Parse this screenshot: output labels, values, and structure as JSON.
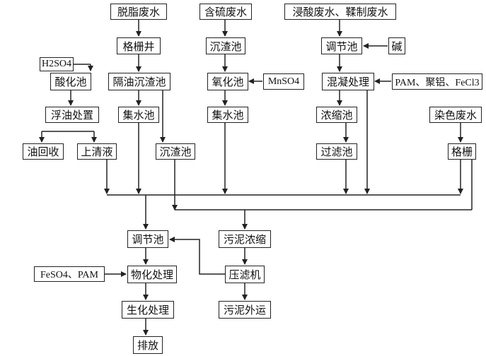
{
  "nodes": {
    "degrease_wastewater": "脱脂废水",
    "grid_well": "格栅井",
    "oil_sep_settling": "隔油沉渣池",
    "collect_tank_1": "集水池",
    "slag_tank_1": "沉渣池",
    "sulfur_wastewater": "含硫废水",
    "slag_tank_2": "沉渣池",
    "oxidation_tank": "氧化池",
    "mnso4": "MnSO4",
    "collect_tank_2": "集水池",
    "acid_wastewater": "浸酸废水、鞣制废水",
    "regulating_tank_top": "调节池",
    "alkali": "碱",
    "coag_treatment": "混凝处理",
    "pam_reagents": "PAM、聚铝、FeCl3",
    "thickening_tank": "浓缩池",
    "filter_tank": "过滤池",
    "dye_wastewater": "染色废水",
    "grating": "格栅",
    "h2so4": "H2SO4",
    "acidify_tank": "酸化池",
    "oil_float_treat": "浮油处置",
    "oil_recovery": "油回收",
    "supernatant": "上清液",
    "regulating_tank_main": "调节池",
    "sludge_thickening": "污泥浓缩",
    "feso4_pam": "FeSO4、PAM",
    "physchem_treatment": "物化处理",
    "filter_press": "压滤机",
    "bio_treatment": "生化处理",
    "sludge_transport": "污泥外运",
    "discharge": "排放"
  }
}
